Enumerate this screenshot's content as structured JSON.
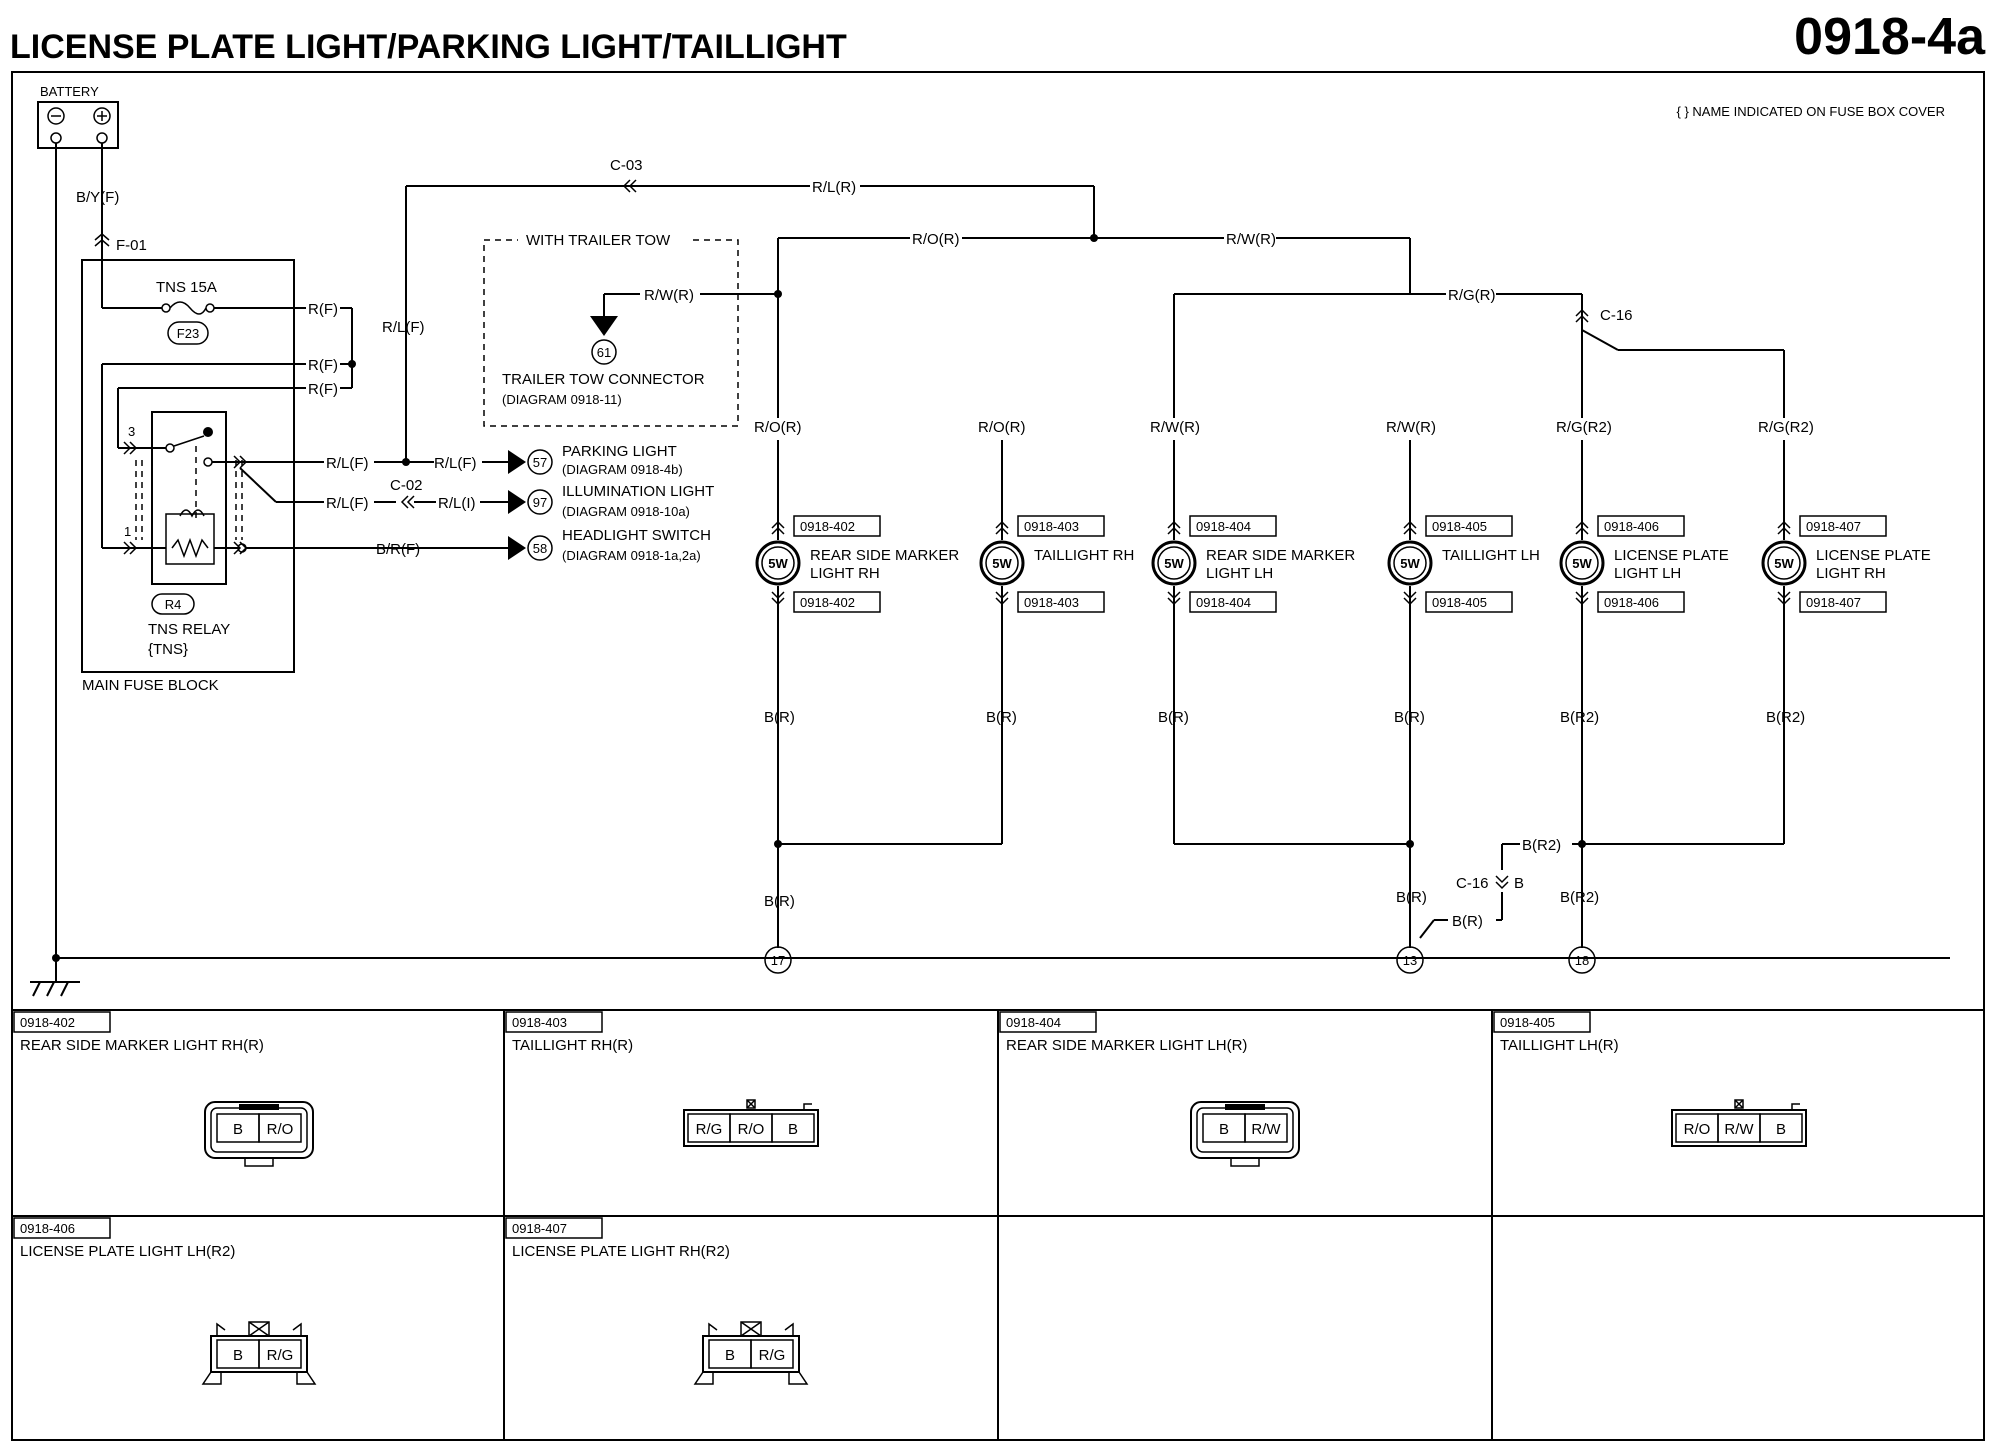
{
  "header": {
    "title": "LICENSE PLATE LIGHT/PARKING LIGHT/TAILLIGHT",
    "page_code": "0918-4a"
  },
  "note": "{ } NAME INDICATED ON FUSE BOX COVER",
  "battery": {
    "label": "BATTERY"
  },
  "fuse_block": {
    "label": "MAIN FUSE BLOCK",
    "f01": "F-01",
    "fuse_name": "TNS 15A",
    "fuse_id": "F23",
    "relay_id": "R4",
    "relay_name": "TNS RELAY",
    "relay_alias": "{TNS}",
    "pin3": "3",
    "pin1": "1"
  },
  "wires": {
    "by_f": "B/Y(F)",
    "rf": "R(F)",
    "rl_f": "R/L(F)",
    "rl_i": "R/L(I)",
    "br_f": "B/R(F)",
    "rl_r": "R/L(R)",
    "ro_r": "R/O(R)",
    "rw_r": "R/W(R)",
    "rg_r": "R/G(R)",
    "rg_r2": "R/G(R2)",
    "b_r": "B(R)",
    "b_r2": "B(R2)",
    "c02": "C-02",
    "c03": "C-03",
    "c16": "C-16",
    "c16b": "C-16",
    "b_pin": "B"
  },
  "trailer": {
    "title": "WITH TRAILER TOW",
    "num": "61",
    "label": "TRAILER TOW CONNECTOR",
    "diagram": "(DIAGRAM  0918-11)"
  },
  "offpage": [
    {
      "num": "57",
      "label": "PARKING LIGHT",
      "diagram": "(DIAGRAM  0918-4b)"
    },
    {
      "num": "97",
      "label": "ILLUMINATION LIGHT",
      "diagram": "(DIAGRAM  0918-10a)"
    },
    {
      "num": "58",
      "label": "HEADLIGHT SWITCH",
      "diagram": "(DIAGRAM  0918-1a,2a)"
    }
  ],
  "lamps": [
    {
      "code": "0918-402",
      "watt": "5W",
      "line1": "REAR SIDE MARKER",
      "line2": "LIGHT RH"
    },
    {
      "code": "0918-403",
      "watt": "5W",
      "line1": "TAILLIGHT RH",
      "line2": ""
    },
    {
      "code": "0918-404",
      "watt": "5W",
      "line1": "REAR SIDE MARKER",
      "line2": "LIGHT LH"
    },
    {
      "code": "0918-405",
      "watt": "5W",
      "line1": "TAILLIGHT LH",
      "line2": ""
    },
    {
      "code": "0918-406",
      "watt": "5W",
      "line1": "LICENSE PLATE",
      "line2": "LIGHT LH"
    },
    {
      "code": "0918-407",
      "watt": "5W",
      "line1": "LICENSE PLATE",
      "line2": "LIGHT RH"
    }
  ],
  "grounds": [
    "17",
    "13",
    "18"
  ],
  "connectors": [
    {
      "code": "0918-402",
      "title": "REAR SIDE MARKER LIGHT RH(R)",
      "pins": [
        "B",
        "R/O"
      ]
    },
    {
      "code": "0918-403",
      "title": "TAILLIGHT RH(R)",
      "pins": [
        "R/G",
        "R/O",
        "B"
      ]
    },
    {
      "code": "0918-404",
      "title": "REAR SIDE MARKER LIGHT LH(R)",
      "pins": [
        "B",
        "R/W"
      ]
    },
    {
      "code": "0918-405",
      "title": "TAILLIGHT LH(R)",
      "pins": [
        "R/O",
        "R/W",
        "B"
      ]
    },
    {
      "code": "0918-406",
      "title": "LICENSE PLATE LIGHT LH(R2)",
      "pins": [
        "B",
        "R/G"
      ]
    },
    {
      "code": "0918-407",
      "title": "LICENSE PLATE LIGHT RH(R2)",
      "pins": [
        "B",
        "R/G"
      ]
    }
  ]
}
